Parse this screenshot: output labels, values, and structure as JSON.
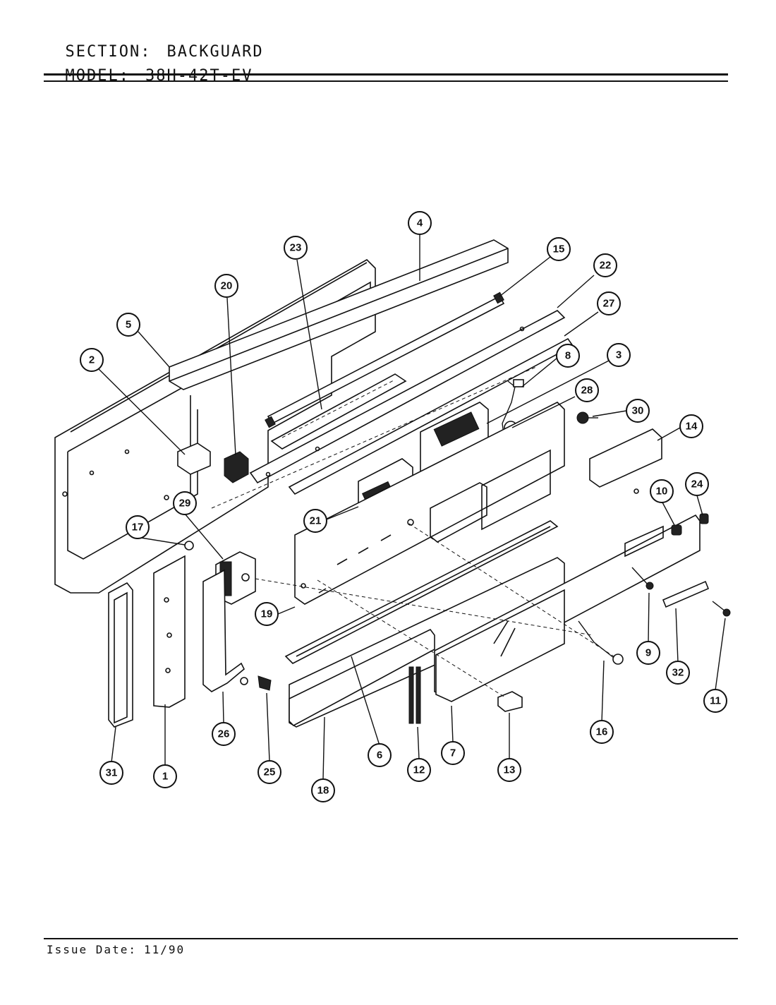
{
  "header": {
    "section_label": "SECTION:",
    "section_value": "BACKGUARD",
    "model_label": "MODEL:",
    "model_value": "38H-42T-EV"
  },
  "footer": {
    "issue_label": "Issue Date:",
    "issue_value": "11/90"
  },
  "callouts": [
    "1",
    "2",
    "3",
    "4",
    "5",
    "6",
    "7",
    "8",
    "9",
    "10",
    "11",
    "12",
    "13",
    "14",
    "15",
    "16",
    "17",
    "18",
    "19",
    "20",
    "21",
    "22",
    "23",
    "24",
    "25",
    "26",
    "27",
    "28",
    "29",
    "30",
    "31",
    "32"
  ]
}
